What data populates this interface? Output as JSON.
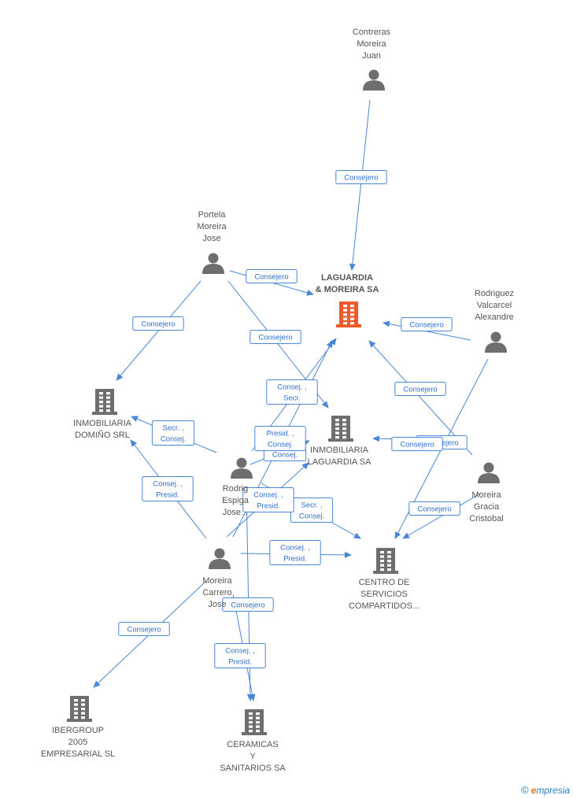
{
  "nodes": [
    {
      "id": "contreras",
      "type": "person",
      "lines": [
        "Contreras",
        "Moreira",
        "Juan"
      ]
    },
    {
      "id": "portela",
      "type": "person",
      "lines": [
        "Portela",
        "Moreira",
        "Jose"
      ]
    },
    {
      "id": "rodriguez_valcarcel",
      "type": "person",
      "lines": [
        "Rodriguez",
        "Valcarcel",
        "Alexandre"
      ]
    },
    {
      "id": "rodriguez_espiga",
      "type": "person",
      "lines": [
        "Rodrig",
        "Espiga",
        "Jose..."
      ]
    },
    {
      "id": "moreira_gracia",
      "type": "person",
      "lines": [
        "Moreira",
        "Gracia",
        "Cristobal"
      ]
    },
    {
      "id": "moreira_carrero",
      "type": "person",
      "lines": [
        "Moreira",
        "Carrero",
        "Jose"
      ]
    },
    {
      "id": "laguardia",
      "type": "company",
      "main": true,
      "lines": [
        "LAGUARDIA",
        "& MOREIRA SA"
      ]
    },
    {
      "id": "domino",
      "type": "company",
      "lines": [
        "INMOBILIARIA",
        "DOMIÑO SRL"
      ]
    },
    {
      "id": "inm_laguardia",
      "type": "company",
      "lines": [
        "INMOBILIARIA",
        "LAGUARDIA SA"
      ]
    },
    {
      "id": "centro",
      "type": "company",
      "lines": [
        "CENTRO DE",
        "SERVICIOS",
        "COMPARTIDOS..."
      ]
    },
    {
      "id": "ibergroup",
      "type": "company",
      "lines": [
        "IBERGROUP",
        "2005",
        "EMPRESARIAL SL"
      ]
    },
    {
      "id": "ceramicas",
      "type": "company",
      "lines": [
        "CERAMICAS",
        "Y",
        "SANITARIOS SA"
      ]
    }
  ],
  "edges": [
    {
      "from": "contreras",
      "to": "laguardia",
      "label": [
        "Consejero"
      ]
    },
    {
      "from": "portela",
      "to": "laguardia",
      "label": [
        "Consejero"
      ]
    },
    {
      "from": "portela",
      "to": "domino",
      "label": [
        "Consejero"
      ]
    },
    {
      "from": "portela",
      "to": "inm_laguardia",
      "label": [
        "Consejero"
      ]
    },
    {
      "from": "rodriguez_valcarcel",
      "to": "laguardia",
      "label": [
        "Consejero"
      ]
    },
    {
      "from": "rodriguez_valcarcel",
      "to": "centro",
      "label": [
        "Consejero"
      ]
    },
    {
      "from": "moreira_gracia",
      "to": "laguardia",
      "label": [
        "Consejero"
      ]
    },
    {
      "from": "moreira_gracia",
      "to": "inm_laguardia",
      "label": [
        "Consejero"
      ]
    },
    {
      "from": "moreira_gracia",
      "to": "centro",
      "label": [
        "Consejero"
      ]
    },
    {
      "from": "rodriguez_espiga",
      "to": "laguardia",
      "label": [
        "Consej. ,",
        "Secr."
      ]
    },
    {
      "from": "rodriguez_espiga",
      "to": "domino",
      "label": [
        "Secr. ,",
        "Consej."
      ]
    },
    {
      "from": "rodriguez_espiga",
      "to": "inm_laguardia",
      "label": [
        "Consej."
      ]
    },
    {
      "from": "rodriguez_espiga",
      "to": "centro",
      "label": [
        "Secr. ,",
        "Consej."
      ]
    },
    {
      "from": "moreira_carrero",
      "to": "laguardia",
      "label": [
        "Presid. ,",
        "Consej."
      ]
    },
    {
      "from": "moreira_carrero",
      "to": "domino",
      "label": [
        "Consej. ,",
        "Presid."
      ]
    },
    {
      "from": "moreira_carrero",
      "to": "inm_laguardia",
      "label": [
        "Consej. ,",
        "Presid."
      ]
    },
    {
      "from": "moreira_carrero",
      "to": "centro",
      "label": [
        "Consej. ,",
        "Presid."
      ]
    },
    {
      "from": "moreira_carrero",
      "to": "ibergroup",
      "label": [
        "Consejero"
      ]
    },
    {
      "from": "moreira_carrero",
      "to": "ceramicas",
      "label": [
        "Consej. ,",
        "Presid."
      ]
    },
    {
      "from": "rodriguez_espiga",
      "to": "ceramicas",
      "label": [
        "Consejero"
      ]
    }
  ],
  "footer": {
    "copyright": "©",
    "brand_first": "e",
    "brand_rest": "mpresia"
  }
}
